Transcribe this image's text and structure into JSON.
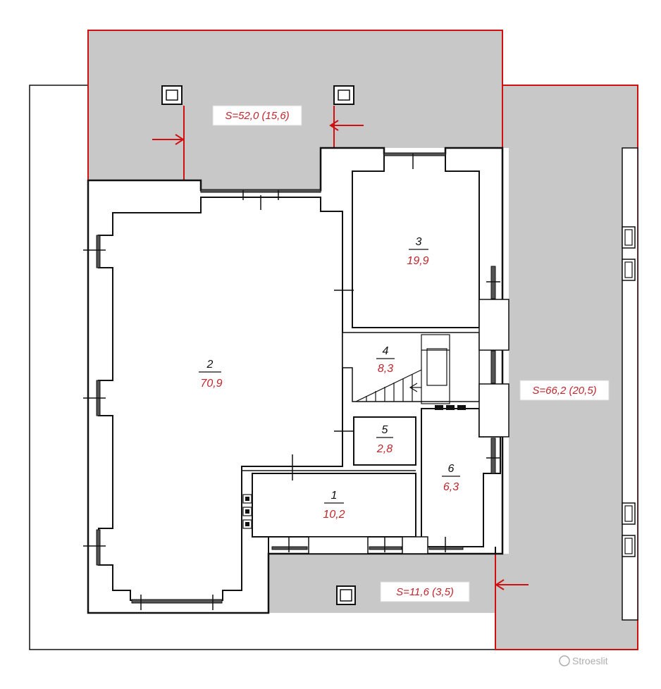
{
  "plan": {
    "colors": {
      "terrace": "#c8c8c8",
      "wall": "#111111",
      "boundary": "#d01010",
      "text_red": "#c0262c"
    },
    "rooms": [
      {
        "id": "1",
        "number": "1",
        "area": "10,2"
      },
      {
        "id": "2",
        "number": "2",
        "area": "70,9"
      },
      {
        "id": "3",
        "number": "3",
        "area": "19,9"
      },
      {
        "id": "4",
        "number": "4",
        "area": "8,3"
      },
      {
        "id": "5",
        "number": "5",
        "area": "2,8"
      },
      {
        "id": "6",
        "number": "6",
        "area": "6,3"
      }
    ],
    "terraces": [
      {
        "id": "top",
        "label": "S=52,0 (15,6)"
      },
      {
        "id": "right",
        "label": "S=66,2 (20,5)"
      },
      {
        "id": "bottom",
        "label": "S=11,6 (3,5)"
      }
    ],
    "watermark": "Stroeslit"
  }
}
